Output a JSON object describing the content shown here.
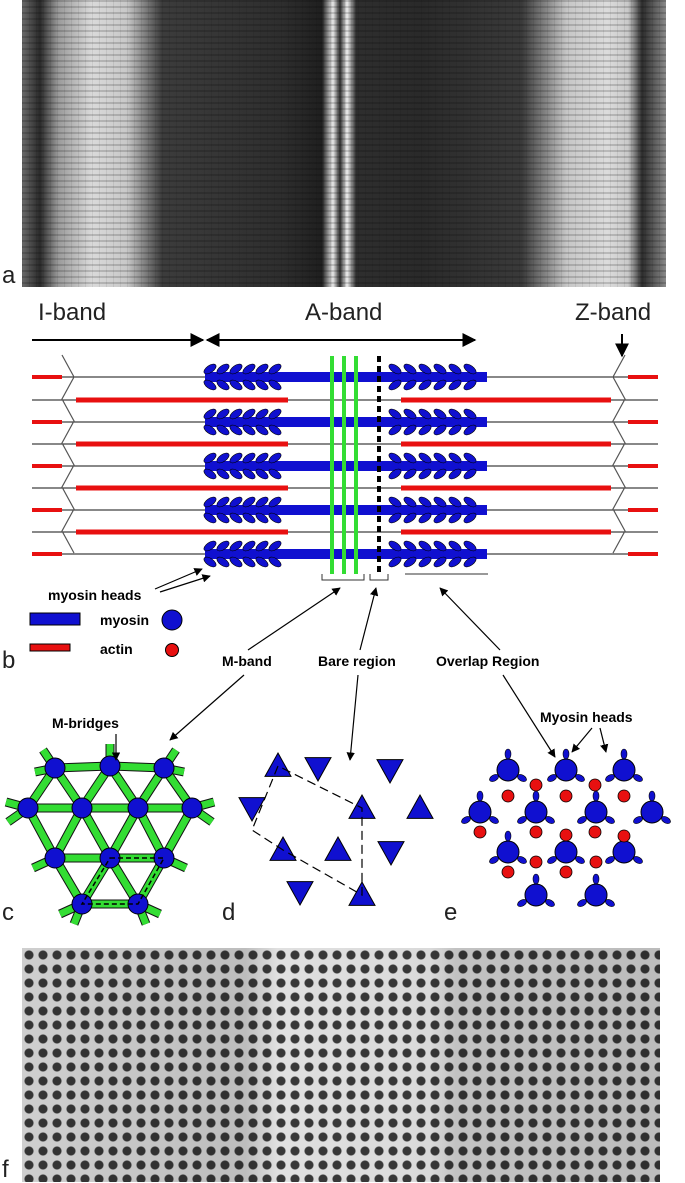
{
  "panels": {
    "a": "a",
    "b": "b",
    "c": "c",
    "d": "d",
    "e": "e",
    "f": "f"
  },
  "labels": {
    "i_band": "I-band",
    "a_band": "A-band",
    "z_band": "Z-band",
    "myosin_heads": "myosin heads",
    "legend_myosin": "myosin",
    "legend_actin": "actin",
    "m_band": "M-band",
    "bare_region": "Bare region",
    "overlap_region": "Overlap Region",
    "m_bridges": "M-bridges",
    "myosin_heads_e": "Myosin heads"
  },
  "colors": {
    "myosin": "#1010d0",
    "actin": "#e81010",
    "m_line": "#33dd33",
    "filament_thin": "#111111"
  }
}
